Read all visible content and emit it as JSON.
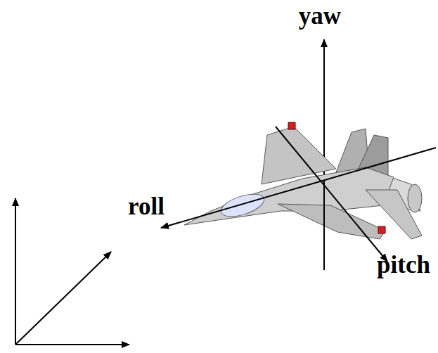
{
  "diagram": {
    "labels": [
      "yaw",
      "roll",
      "pitch"
    ]
  }
}
